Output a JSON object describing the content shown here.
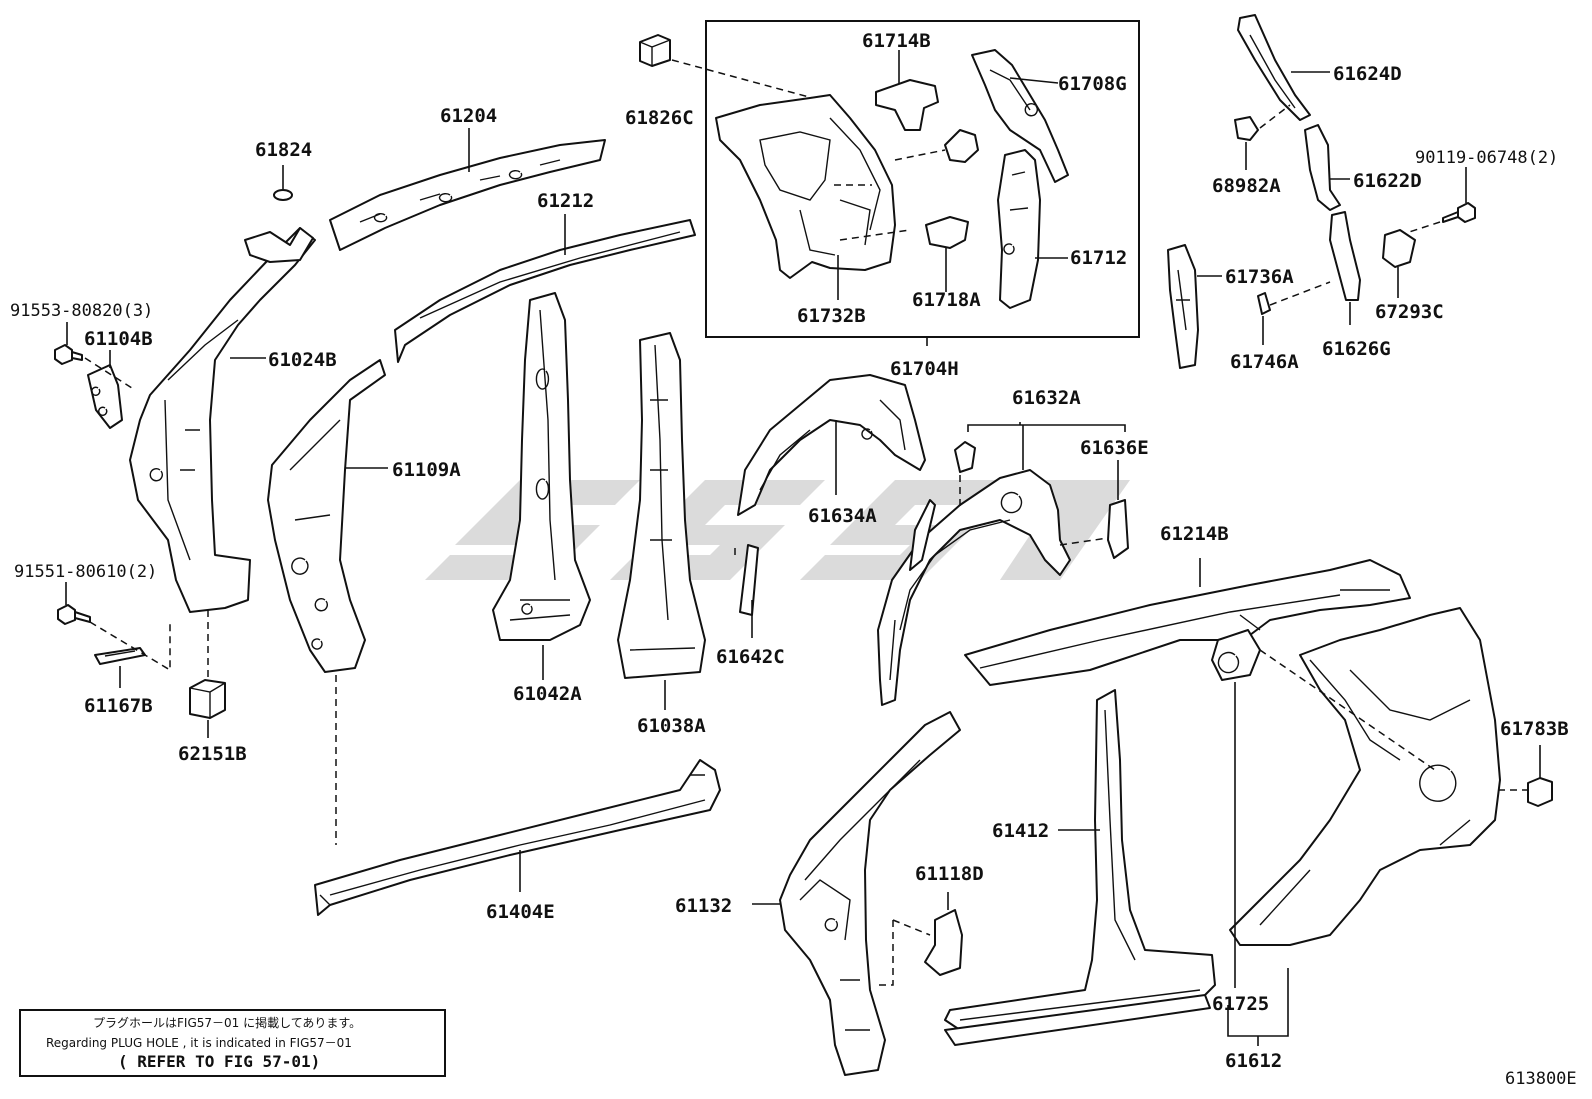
{
  "diagram_id": "613800E",
  "note": {
    "line1": "プラグホールはFIG57－01 に掲載してあります。",
    "line2": "Regarding PLUG HOLE , it is indicated in FIG57－01",
    "line3": "( REFER TO FIG 57-01)"
  },
  "labels": {
    "p61824": "61824",
    "p61204": "61204",
    "p61212": "61212",
    "p61826C": "61826C",
    "p61714B": "61714B",
    "p61708G": "61708G",
    "p61712": "61712",
    "p61718A": "61718A",
    "p61732B": "61732B",
    "p61704H": "61704H",
    "p61624D": "61624D",
    "p68982A": "68982A",
    "p61622D": "61622D",
    "p90119": "90119-06748(2)",
    "p61736A": "61736A",
    "p67293C": "67293C",
    "p61746A": "61746A",
    "p61626G": "61626G",
    "p91553": "91553-80820(3)",
    "p61104B": "61104B",
    "p61024B": "61024B",
    "p61109A": "61109A",
    "p61632A": "61632A",
    "p61636E": "61636E",
    "p61634A": "61634A",
    "p61214B": "61214B",
    "p91551": "91551-80610(2)",
    "p61167B": "61167B",
    "p62151B": "62151B",
    "p61042A": "61042A",
    "p61038A": "61038A",
    "p61642C": "61642C",
    "p61783B": "61783B",
    "p61412": "61412",
    "p61118D": "61118D",
    "p61132": "61132",
    "p61404E": "61404E",
    "p61725": "61725",
    "p61612": "61612"
  }
}
